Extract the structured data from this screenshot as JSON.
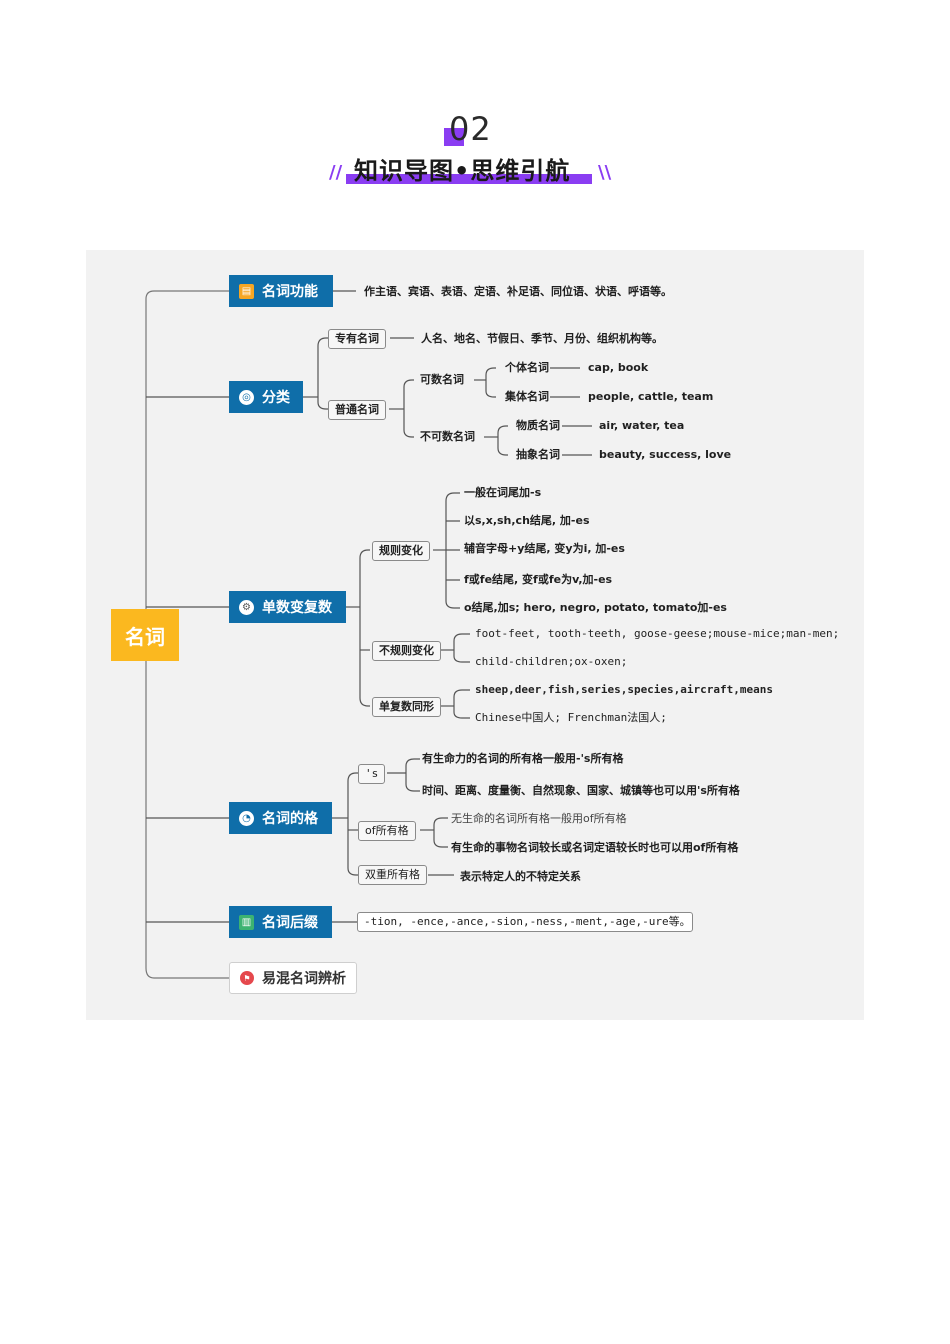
{
  "header": {
    "number": "02",
    "title": "知识导图•思维引航",
    "slash_left": "//",
    "slash_right": "\\\\"
  },
  "mindmap": {
    "root": "名词",
    "function": {
      "label": "名词功能",
      "desc": "作主语、宾语、表语、定语、补足语、同位语、状语、呼语等。"
    },
    "classification": {
      "label": "分类",
      "proper": {
        "label": "专有名词",
        "desc": "人名、地名、节假日、季节、月份、组织机构等。"
      },
      "common": {
        "label": "普通名词",
        "countable": {
          "label": "可数名词",
          "individual": {
            "label": "个体名词",
            "desc": "cap, book"
          },
          "collective": {
            "label": "集体名词",
            "desc": "people, cattle, team"
          }
        },
        "uncountable": {
          "label": "不可数名词",
          "material": {
            "label": "物质名词",
            "desc": "air, water, tea"
          },
          "abstract": {
            "label": "抽象名词",
            "desc": "beauty, success, love"
          }
        }
      }
    },
    "plural": {
      "label": "单数变复数",
      "regular": {
        "label": "规则变化",
        "rules": [
          "一般在词尾加-s",
          "以s,x,sh,ch结尾, 加-es",
          "辅音字母+y结尾, 变y为i, 加-es",
          "f或fe结尾, 变f或fe为v,加-es",
          "o结尾,加s; hero, negro, potato, tomato加-es"
        ]
      },
      "irregular": {
        "label": "不规则变化",
        "items": [
          "foot-feet, tooth-teeth, goose-geese;mouse-mice;man-men;",
          "child-children;ox-oxen;"
        ]
      },
      "same": {
        "label": "单复数同形",
        "items": [
          "sheep,deer,fish,series,species,aircraft,means",
          "Chinese中国人; Frenchman法国人;"
        ]
      }
    },
    "possessive": {
      "label": "名词的格",
      "s_case": {
        "label": "'s",
        "items": [
          "有生命力的名词的所有格一般用-'s所有格",
          "时间、距离、度量衡、自然现象、国家、城镇等也可以用's所有格"
        ]
      },
      "of_case": {
        "label": "of所有格",
        "items": [
          "无生命的名词所有格一般用of所有格",
          "有生命的事物名词较长或名词定语较长时也可以用of所有格"
        ]
      },
      "double": {
        "label": "双重所有格",
        "desc": "表示特定人的不特定关系"
      }
    },
    "suffix": {
      "label": "名词后缀",
      "desc": "-tion, -ence,-ance,-sion,-ness,-ment,-age,-ure等。"
    },
    "confusing": {
      "label": "易混名词辨析"
    }
  },
  "colors": {
    "accent_purple": "#8a3df2",
    "main_node_blue": "#0f6ea9",
    "root_yellow": "#fbb81f",
    "panel_bg": "#f2f2f2",
    "flag_red": "#e5484d"
  },
  "icons": {
    "function": "book-icon",
    "classification": "target-icon",
    "plural": "gear-icon",
    "possessive": "pie-chart-icon",
    "suffix": "notebook-icon",
    "confusing": "flag-icon"
  }
}
